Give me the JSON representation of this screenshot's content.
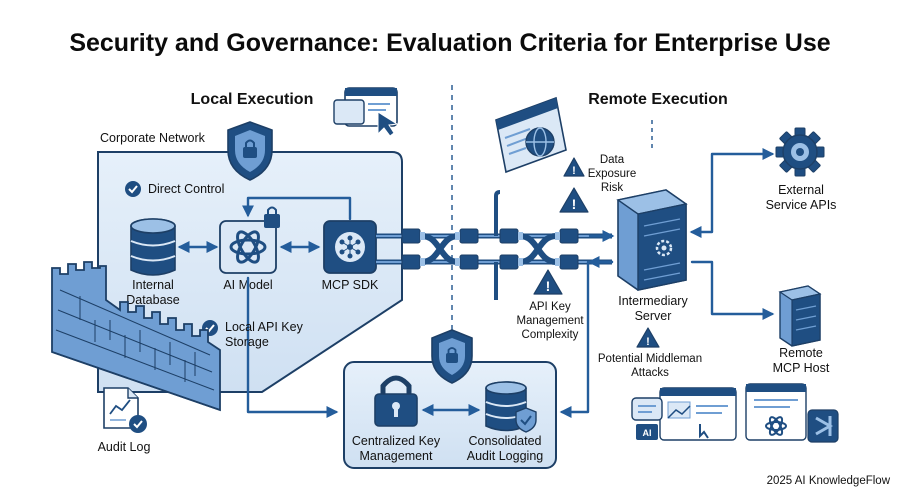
{
  "title": "Security and Governance: Evaluation Criteria for Enterprise Use",
  "sections": {
    "local": "Local Execution",
    "remote": "Remote Execution"
  },
  "local": {
    "network_label": "Corporate Network",
    "direct_control": "Direct Control",
    "internal_database": [
      "Internal",
      "Database"
    ],
    "ai_model": "AI Model",
    "mcp_sdk": "MCP SDK",
    "api_key_storage": [
      "Local API Key",
      "Storage"
    ],
    "audit_log": "Audit Log"
  },
  "central": {
    "key_management": [
      "Centralized Key",
      "Management"
    ],
    "audit_logging": [
      "Consolidated",
      "Audit Logging"
    ]
  },
  "remote": {
    "data_exposure": [
      "Data",
      "Exposure",
      "Risk"
    ],
    "api_key_complexity": [
      "API Key",
      "Management",
      "Complexity"
    ],
    "middleman": [
      "Potential Middleman",
      "Attacks"
    ],
    "intermediary_server": [
      "Intermediary",
      "Server"
    ],
    "external_apis": [
      "External",
      "Service APIs"
    ],
    "remote_host": [
      "Remote",
      "MCP Host"
    ]
  },
  "footer": "2025 AI KnowledgeFlow",
  "colors": {
    "primary": "#1f4e82",
    "accent": "#6f9ed3",
    "panel": "#dbe8f6",
    "line": "#245d9b"
  }
}
